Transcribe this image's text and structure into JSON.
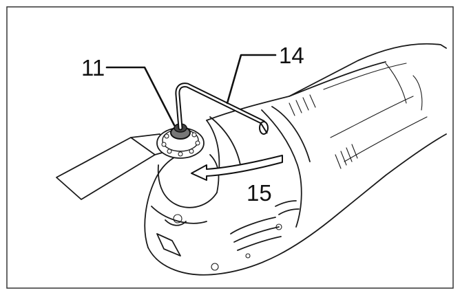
{
  "callouts": [
    {
      "label": "11"
    },
    {
      "label": "14"
    },
    {
      "label": "15"
    }
  ],
  "colors": {
    "ink": "#1a1a1a",
    "frame": "#333333",
    "background": "#ffffff",
    "arrow_fill": "#ffffff"
  },
  "icons": [
    "hex-key",
    "arrow-left"
  ]
}
